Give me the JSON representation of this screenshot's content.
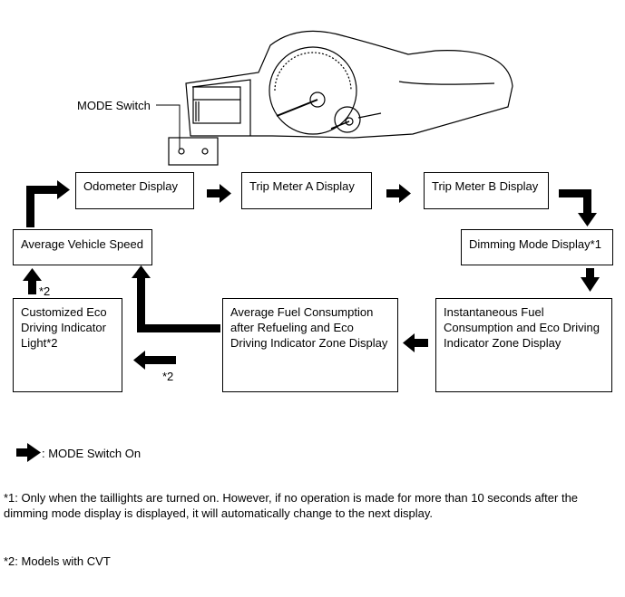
{
  "callout": {
    "mode_switch": "MODE Switch"
  },
  "boxes": {
    "odometer": "Odometer Display",
    "trip_a": "Trip Meter A Display",
    "trip_b": "Trip Meter B Display",
    "dimming": "Dimming Mode Display*1",
    "instantaneous": "Instantaneous Fuel Consumption and Eco Driving Indicator Zone Display",
    "average_fuel": "Average Fuel Consumption after Refueling and Eco Driving Indicator Zone Display",
    "customized_eco": "Customized Eco Driving Indicator Light*2",
    "average_speed": "Average Vehicle Speed"
  },
  "marks": {
    "star2_up": "*2",
    "star2_left": "*2"
  },
  "legend": {
    "text": ": MODE Switch On"
  },
  "notes": {
    "note1": "*1: Only when the taillights are turned on. However, if no operation is made for more than 10 seconds after the dimming mode display is displayed, it will automatically change to the next display.",
    "note2": "*2: Models with CVT"
  },
  "colors": {
    "line": "#000000",
    "background": "#ffffff"
  }
}
